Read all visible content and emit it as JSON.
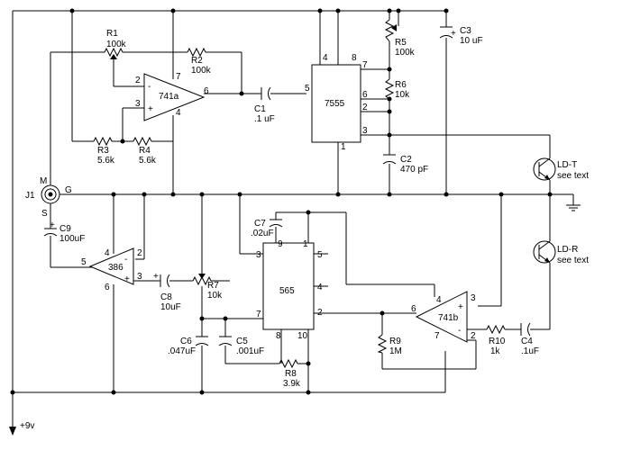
{
  "components": {
    "r1": {
      "ref": "R1",
      "value": "100k"
    },
    "r2": {
      "ref": "R2",
      "value": "100k"
    },
    "r3": {
      "ref": "R3",
      "value": "5.6k"
    },
    "r4": {
      "ref": "R4",
      "value": "5.6k"
    },
    "r5": {
      "ref": "R5",
      "value": "100k"
    },
    "r6": {
      "ref": "R6",
      "value": "10k"
    },
    "r7": {
      "ref": "R7",
      "value": "10k"
    },
    "r8": {
      "ref": "R8",
      "value": "3.9k"
    },
    "r9": {
      "ref": "R9",
      "value": "1M"
    },
    "r10": {
      "ref": "R10",
      "value": "1k"
    },
    "c1": {
      "ref": "C1",
      "value": ".1 uF"
    },
    "c2": {
      "ref": "C2",
      "value": "470 pF"
    },
    "c3": {
      "ref": "C3",
      "value": "10 uF"
    },
    "c4": {
      "ref": "C4",
      "value": ".1uF"
    },
    "c5": {
      "ref": "C5",
      "value": ".001uF"
    },
    "c6": {
      "ref": "C6",
      "value": ".047uF"
    },
    "c7": {
      "ref": "C7",
      "value": ".02uF"
    },
    "c8": {
      "ref": "C8",
      "value": "10uF"
    },
    "c9": {
      "ref": "C9",
      "value": "100uF"
    }
  },
  "ics": {
    "u741a": {
      "name": "741a",
      "pins": {
        "inv": "2",
        "noninv": "3",
        "out": "6",
        "vplus": "7",
        "vminus": "4"
      }
    },
    "u7555": {
      "name": "7555",
      "pins": {
        "p4": "4",
        "p8": "8",
        "p7": "7",
        "p5": "5",
        "p6": "6",
        "p2": "2",
        "p3": "3",
        "p1": "1"
      }
    },
    "u386": {
      "name": "386",
      "pins": {
        "p5": "5",
        "p4": "4",
        "p2": "2",
        "p6": "6",
        "p3": "3"
      }
    },
    "u565": {
      "name": "565",
      "pins": {
        "p9": "9",
        "p1": "1",
        "p3": "3",
        "p5": "5",
        "p4": "4",
        "p2": "2",
        "p7": "7",
        "p8": "8",
        "p10": "10"
      }
    },
    "u741b": {
      "name": "741b",
      "pins": {
        "p4": "4",
        "p6": "6",
        "p3": "3",
        "p7": "7",
        "p2": "2"
      }
    }
  },
  "jack": {
    "ref": "J1",
    "pin_m": "M",
    "pin_g": "G",
    "pin_s": "S"
  },
  "ld_t": {
    "name": "LD-T",
    "note": "see text"
  },
  "ld_r": {
    "name": "LD-R",
    "note": "see text"
  },
  "supply": {
    "label": "+9v"
  },
  "opamp_signs": {
    "minus": "-",
    "plus": "+"
  }
}
